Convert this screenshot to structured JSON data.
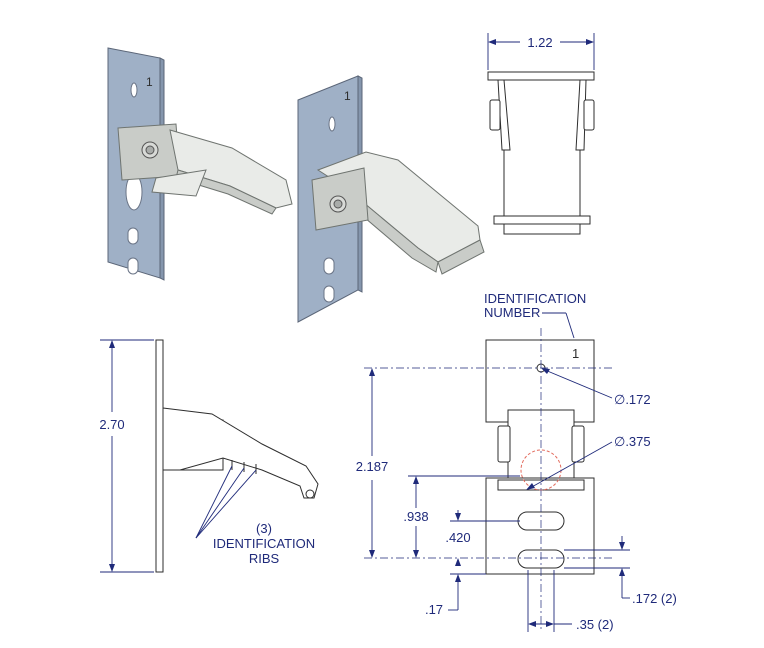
{
  "dimensions": {
    "top_width": "1.22",
    "overall_height": "2.70",
    "hole_spacing": "2.187",
    "slot_offset": ".938",
    "slot_pitch": ".420",
    "bottom_edge": ".17",
    "slot_width": ".35 (2)",
    "slot_height": ".172 (2)",
    "small_hole_dia": "∅.172",
    "large_hole_dia": "∅.375"
  },
  "callouts": {
    "identification_number_line1": "IDENTIFICATION",
    "identification_number_line2": "NUMBER",
    "ribs_count": "(3)",
    "ribs_line1": "IDENTIFICATION",
    "ribs_line2": "RIBS"
  },
  "part_marks": {
    "iso_left_mark": "1",
    "iso_right_mark": "1",
    "front_view_mark": "1"
  },
  "colors": {
    "dimension_ink": "#1f2a7a",
    "plate_metal": "#9fb0c6",
    "arm_metal": "#e9ebe8"
  }
}
